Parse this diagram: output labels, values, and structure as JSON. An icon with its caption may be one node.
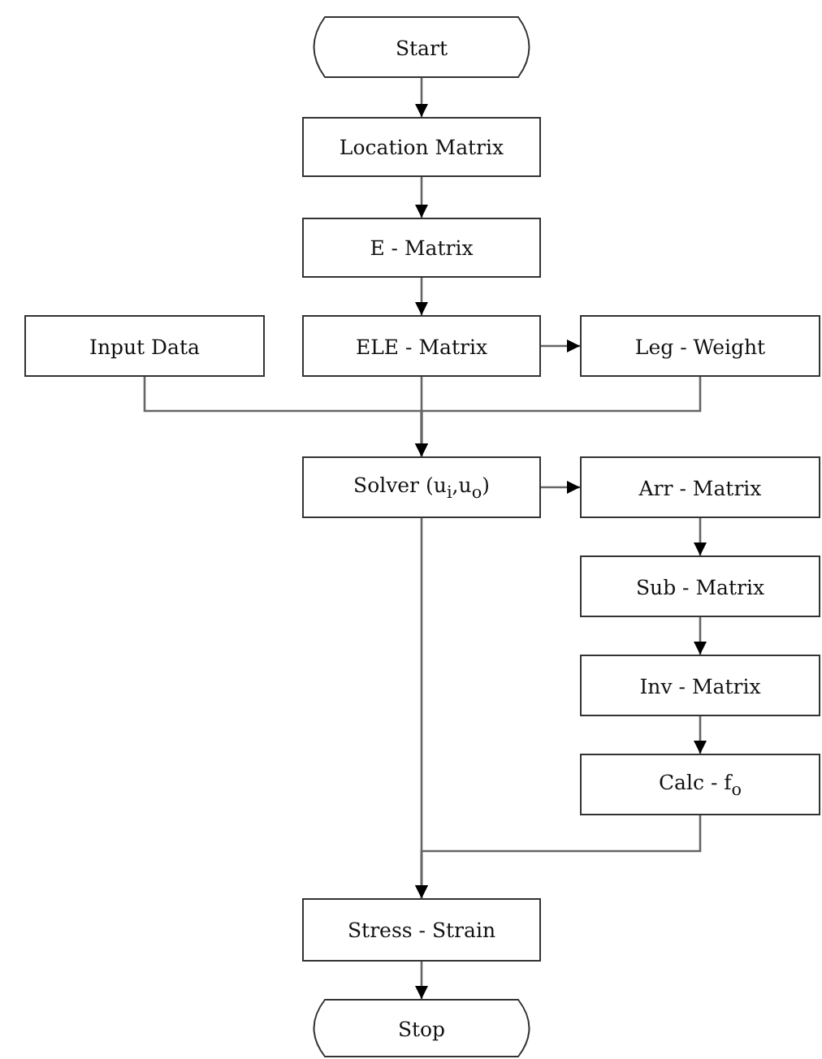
{
  "diagram": {
    "nodes": [
      {
        "text": [
          "Start"
        ]
      },
      {
        "text": [
          "Location Matrix"
        ]
      },
      {
        "text": [
          "E - Matrix"
        ]
      },
      {
        "text": [
          "Input Data"
        ]
      },
      {
        "text": [
          "ELE - Matrix"
        ]
      },
      {
        "text": [
          "Leg - Weight"
        ]
      },
      {
        "text": [
          "Solver (u$_{i}$,u$_{o}$)"
        ]
      },
      {
        "text": [
          "Arr - Matrix"
        ]
      },
      {
        "text": [
          "Sub - Matrix"
        ]
      },
      {
        "text": [
          "Inv - Matrix"
        ]
      },
      {
        "text": [
          "Calc - f$_{o}$"
        ]
      },
      {
        "text": [
          "Stress - Strain"
        ]
      },
      {
        "text": [
          "Stop"
        ]
      }
    ],
    "edges": [
      {
        "from": 0,
        "to": 1,
        "arrow": "to"
      },
      {
        "from": 1,
        "to": 2,
        "arrow": "to"
      },
      {
        "from": 2,
        "to": 4,
        "arrow": "to"
      },
      {
        "from": 4,
        "to": 5,
        "arrow": "to"
      },
      {
        "from": 3,
        "to": 6,
        "arrow": "to"
      },
      {
        "from": 4,
        "to": 6,
        "arrow": "to"
      },
      {
        "from": 5,
        "to": 6,
        "arrow": "to"
      },
      {
        "from": 6,
        "to": 7,
        "arrow": "to"
      },
      {
        "from": 7,
        "to": 8,
        "arrow": "to"
      },
      {
        "from": 8,
        "to": 9,
        "arrow": "to"
      },
      {
        "from": 9,
        "to": 10,
        "arrow": "to"
      },
      {
        "from": 10,
        "to": 11,
        "arrow": "to"
      },
      {
        "from": 6,
        "to": 11,
        "arrow": "to"
      },
      {
        "from": 11,
        "to": 12,
        "arrow": "to"
      }
    ]
  }
}
